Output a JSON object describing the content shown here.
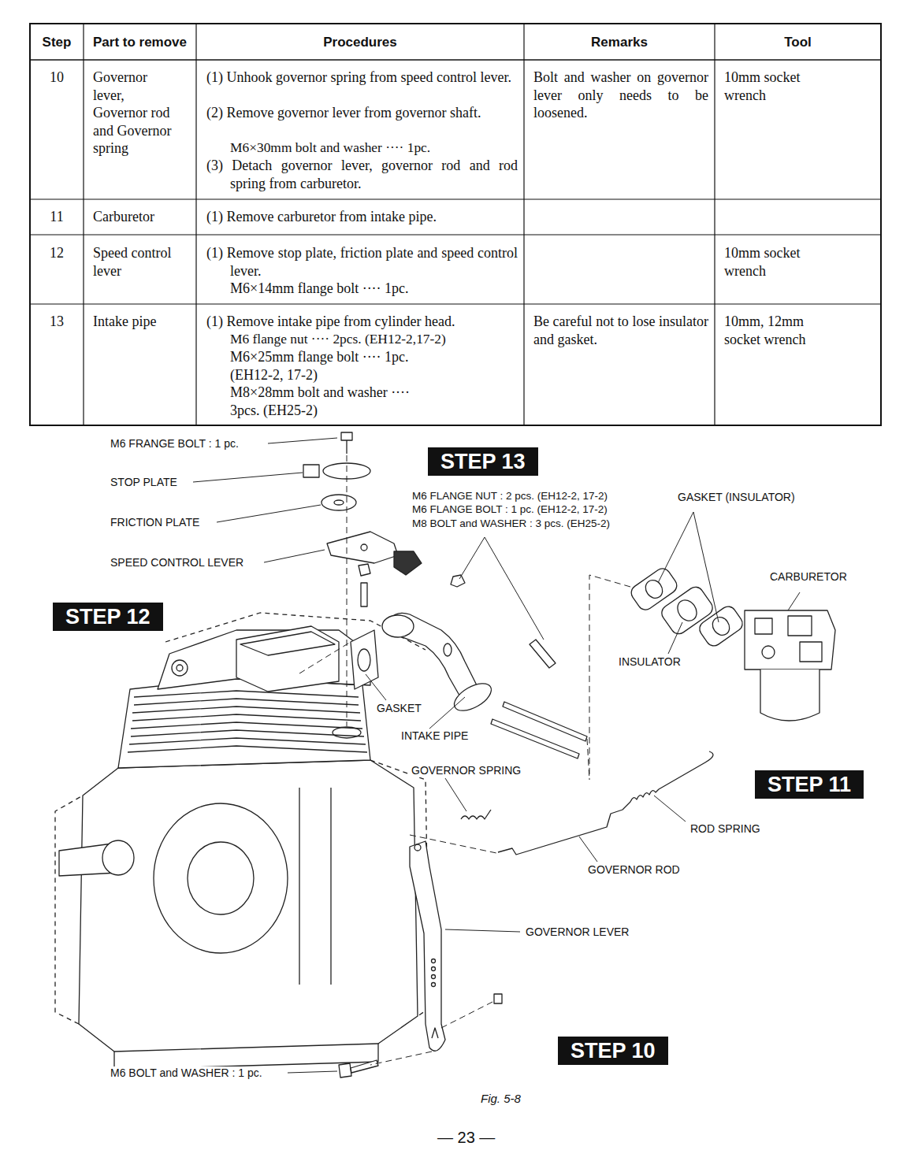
{
  "diagram": {
    "caption": "Fig. 5-8",
    "nodes": [
      {
        "text": [
          "STEP 13"
        ]
      },
      {
        "text": [
          "STEP 12"
        ]
      },
      {
        "text": [
          "STEP 11"
        ]
      },
      {
        "text": [
          "STEP 10"
        ]
      }
    ],
    "labels": [
      "Step",
      "Part to remove",
      "Procedures",
      "Remarks",
      "Tool",
      "10",
      "Governor lever, Governor rod and Governor spring",
      "(1) Unhook governor spring from speed control lever.",
      "(2) Remove governor lever from governor shaft.",
      "M6×30mm bolt and washer ···· 1pc.",
      "(3) Detach governor lever, governor rod and rod spring from carburetor.",
      "Bolt and washer on governor lever only needs to be loosened.",
      "10mm socket wrench",
      "11",
      "Carburetor",
      "(1) Remove carburetor from intake pipe.",
      "12",
      "Speed control lever",
      "(1) Remove stop plate, friction plate and speed control lever.",
      "M6×14mm flange bolt ···· 1pc.",
      "10mm socket wrench",
      "13",
      "Intake pipe",
      "(1) Remove intake pipe from cylinder head.",
      "M6 flange nut ···· 2pcs. (EH12-2,17-2)",
      "M6×25mm flange bolt ···· 1pc. (EH12-2, 17-2)",
      "M8×28mm bolt and washer ···· 3pcs. (EH25-2)",
      "Be careful not to lose insulator and gasket.",
      "10mm, 12mm socket wrench",
      "M6 FRANGE BOLT : 1 pc.",
      "STOP PLATE",
      "FRICTION PLATE",
      "SPEED CONTROL LEVER",
      "M6 FLANGE NUT : 2 pcs. (EH12-2, 17-2)",
      "M6 FLANGE BOLT : 1 pc. (EH12-2, 17-2)",
      "M8 BOLT and WASHER : 3 pcs. (EH25-2)",
      "GASKET (INSULATOR)",
      "CARBURETOR",
      "INSULATOR",
      "GASKET",
      "INTAKE PIPE",
      "GOVERNOR SPRING",
      "ROD SPRING",
      "GOVERNOR ROD",
      "GOVERNOR LEVER",
      "M6 BOLT and WASHER : 1 pc.",
      "— 23 —"
    ]
  }
}
